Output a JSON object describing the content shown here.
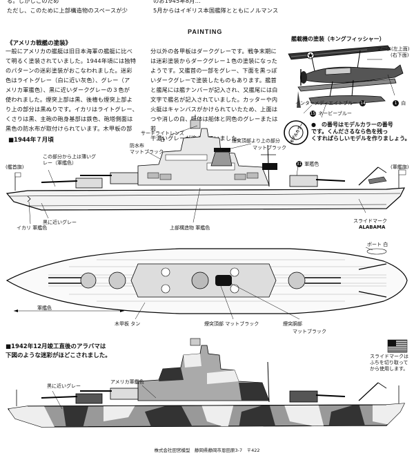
{
  "top_text": {
    "left_line1": "る。しかしこのため",
    "left_line2": "ただし、このために上部構造物のスペースが少",
    "right_line1": "のお1945年8月…",
    "right_line2": "5月からはイギリス本国艦隊とともにノルマンス"
  },
  "section_title": "PAINTING",
  "article": {
    "heading": "《アメリカ戦艦の塗装》",
    "col1": [
      "一般にアメリカの艦艇は旧日本海軍の艦艇に比べ",
      "て明るく塗装されていました。1944年頃には独特",
      "のパターンの迷彩塗装がおこなわれました。迷彩",
      "色はライトグレー（白に近い灰色）、グレー（ア",
      "メリカ軍艦色）、黒に近いダークグレーの３色が",
      "使われました。煙突上部は黒、後檣も煙突上部よ",
      "り上の部分は黒ぬりです。イカリはライトグレー、",
      "くさりは黒、主砲の砲身基部は鉄色、砲塔側面は",
      "黒色の防水布が取付けられています。木甲板の部"
    ],
    "col2": [
      "分以外の各甲板はダークグレーです。戦争末期に",
      "は迷彩塗装からダークグレー１色の塗装になった",
      "ようです。又艦首の一部をグレー、下面を黒っぽ",
      "いダークグレーで塗装したものもあります。艦首",
      "と艦尾には艦ナンバーが記入され、又艦尾には白",
      "文字で艦名が記入されていました。カッターや内",
      "火艇はキャンバスがかけられていたため、上面は",
      "つや消しの白、艇体は船体と同色のグレーまたは若",
      "干濃いグレーが塗られていました。"
    ]
  },
  "aircraft_panel": {
    "title": "艦載機の塗装（キングフィッシャー）",
    "label_mark": "マーク(左上面)",
    "label_mark2": "(右下面)",
    "label_white": "白",
    "label_intermediate_blue": "インターメディエイトブルー",
    "label_navy_blue": "ネービーブルー",
    "num_intermediate": "14",
    "num_navy": "15",
    "num_white": "1"
  },
  "model_color_note": {
    "logo_text": "モデルカラー",
    "line1": "●　の番号はモデルカラーの番号",
    "line2": "です。くんださるなら色を残っ",
    "line3": "くすればらしいモデルを作りましょう。"
  },
  "fig1": {
    "title": "■1944年７月頃",
    "labels": {
      "searchlight": "サーチライトレンズ",
      "searchlight_sub": "白",
      "waterproof": "防水布",
      "matte_black": "マットブラック",
      "upper_part": "煙突頂部より上の部分",
      "upper_part_sub": "マットブラック",
      "ship_color": "軍艦色",
      "ship_color_num": "31",
      "light_gray": "この部分から上は薄いグレー（軍艦色）",
      "ensign": "(艦首旗)",
      "stern_flag": "(軍艦旗)",
      "dark_gray_label": "黒に近いグレー",
      "anchor": "イカリ",
      "anchor_sub": "軍艦色",
      "upper_structure": "上部構造物",
      "upper_structure_sub": "軍艦色",
      "slide_mark": "スライドマーク",
      "slide_mark_name": "ALABAMA",
      "boat": "ボート",
      "boat_sub": "白",
      "deck_color": "軍艦色",
      "wood": "木甲板",
      "wood_sub": "タン",
      "funnel_top": "煙突頂部",
      "funnel_top_sub": "マットブラック",
      "funnel_body": "煙突胴部",
      "funnel_body_sub": "マットブラック"
    }
  },
  "fig2": {
    "title_line1": "■1942年12月竣工直後のアラバマは",
    "title_line2": "下図のような迷彩がほどこされました。",
    "label_black": "黒に近いグレー",
    "label_navy": "アメリカ軍艦色",
    "slide_note1": "スライドマークは",
    "slide_note2": "ふちを切り取って",
    "slide_note3": "から使用します。"
  },
  "footer": "株式会社田宮模型　静岡県静岡市恩田原3-7　〒422"
}
